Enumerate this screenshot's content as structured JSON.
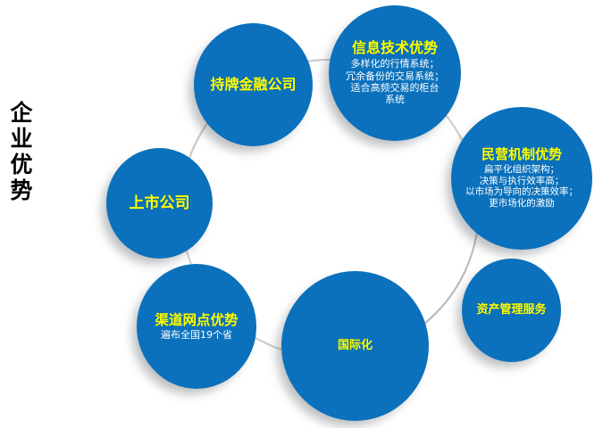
{
  "diagram": {
    "side_title": "企业优势",
    "background": "#FFFFFF",
    "accent_color": "#0B71BC",
    "title_color": "#FFFF00",
    "body_color": "#FFFFFF",
    "ring_color": "#C9C9C9",
    "ring_label": "connector-ring"
  },
  "nodes": {
    "it": {
      "title": "信息技术优势",
      "body": "多样化的行情系统；\n冗余备份的交易系统；\n适合高频交易的柜台\n系统"
    },
    "mechanism": {
      "title": "民营机制优势",
      "body": "扁平化组织架构；\n决策与执行效率高；\n以市场为导向的决策效率；\n更市场化的激励"
    },
    "licensed": {
      "title": "持牌金融公司",
      "body": ""
    },
    "listed": {
      "title": "上市公司",
      "body": ""
    },
    "channel": {
      "title": "渠道网点优势",
      "body": "遍布全国19个省"
    },
    "global": {
      "title": "国际化",
      "body": ""
    },
    "asset": {
      "title": "资产管理服务",
      "body": ""
    }
  }
}
